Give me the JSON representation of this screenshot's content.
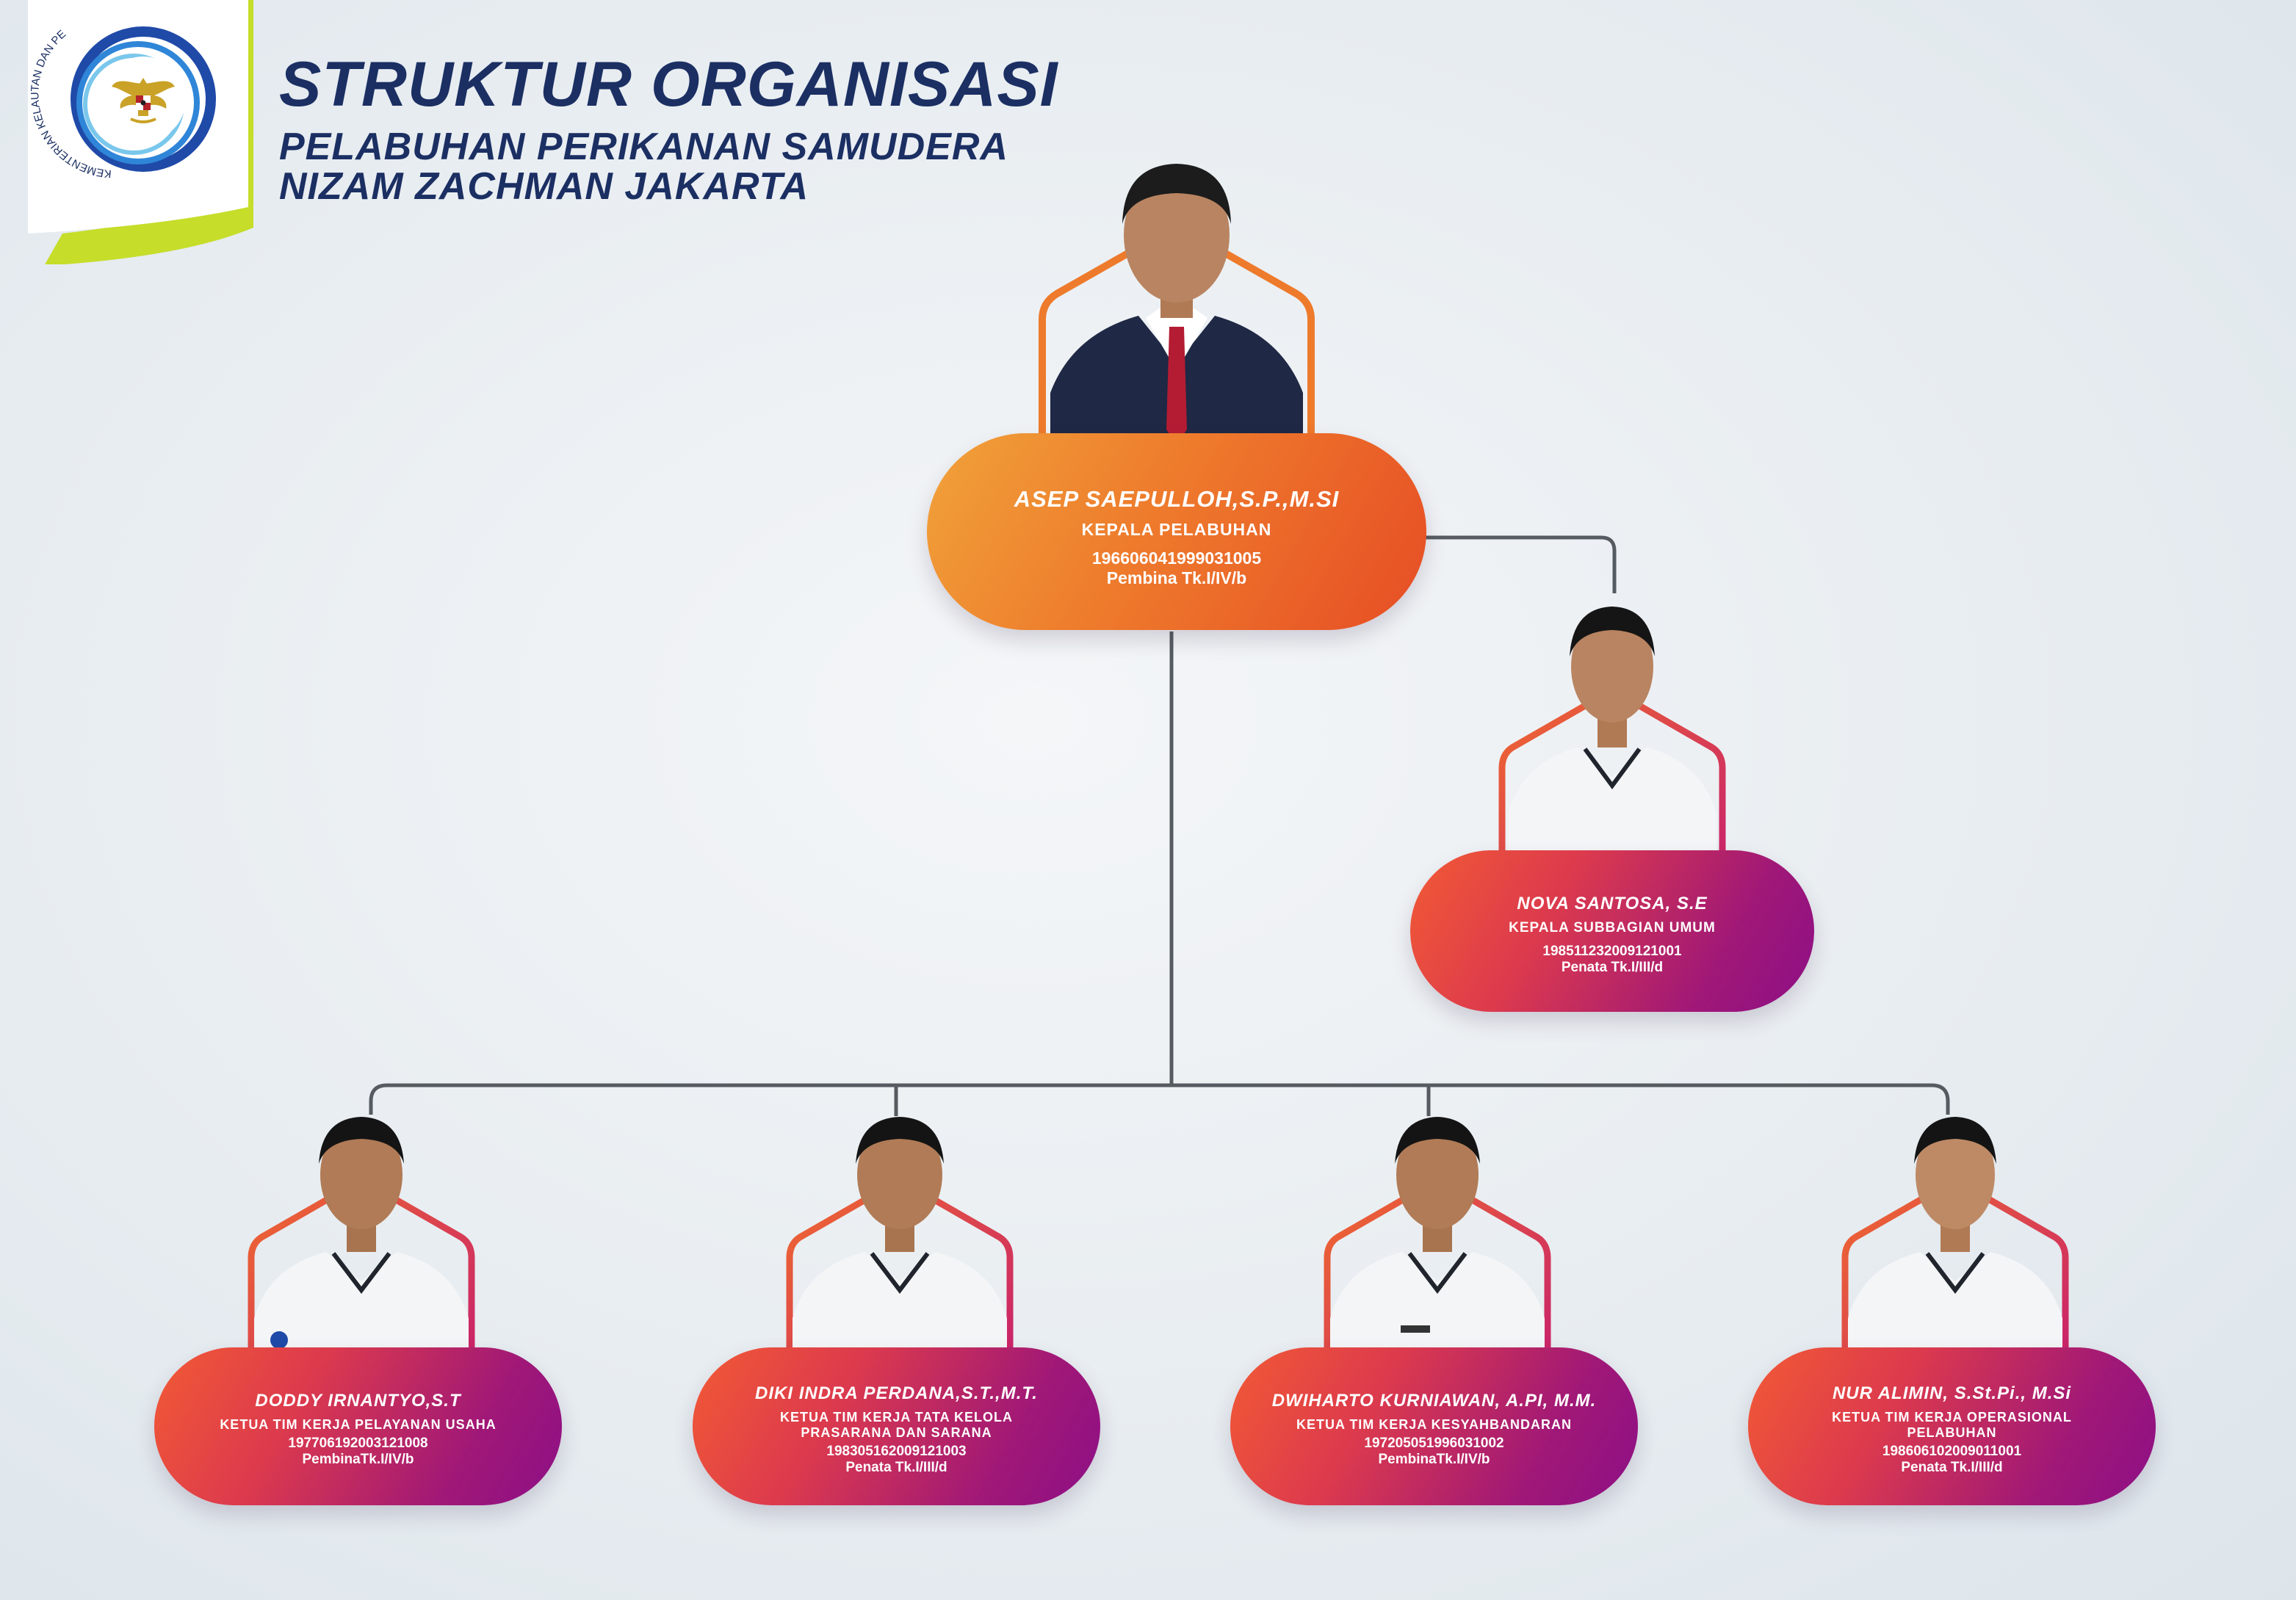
{
  "header": {
    "title": "STRUKTUR ORGANISASI",
    "subtitle_line1": "PELABUHAN PERIKANAN SAMUDERA",
    "subtitle_line2": "NIZAM ZACHMAN JAKARTA"
  },
  "logo": {
    "arc_text": "KEMENTERIAN KELAUTAN DAN PERIKANAN",
    "icon": "garuda-emblem-icon"
  },
  "colors": {
    "title_navy": "#1b2f63",
    "connector": "#555b61",
    "frame_orange": "#f06a2d",
    "frame_magenta": "#c71f6e",
    "lime_accent": "#c6dd2a"
  },
  "head": {
    "name": "ASEP SAEPULLOH,S.P.,M.SI",
    "position": "KEPALA PELABUHAN",
    "nip": "196606041999031005",
    "rank": "Pembina Tk.I/IV/b"
  },
  "secretary": {
    "name": "NOVA SANTOSA, S.E",
    "position": "KEPALA SUBBAGIAN UMUM",
    "nip": "198511232009121001",
    "rank": "Penata Tk.I/III/d"
  },
  "teams": [
    {
      "name": "DODDY IRNANTYO,S.T",
      "position_line1": "KETUA TIM KERJA PELAYANAN USAHA",
      "position_line2": "",
      "nip": "197706192003121008",
      "rank": "PembinaTk.I/IV/b"
    },
    {
      "name": "DIKI INDRA PERDANA,S.T.,M.T.",
      "position_line1": "KETUA TIM KERJA TATA KELOLA",
      "position_line2": "PRASARANA DAN SARANA",
      "nip": "198305162009121003",
      "rank": "Penata Tk.I/III/d"
    },
    {
      "name": "DWIHARTO KURNIAWAN, A.PI, M.M.",
      "position_line1": "KETUA TIM KERJA KESYAHBANDARAN",
      "position_line2": "",
      "nip": "197205051996031002",
      "rank": "PembinaTk.I/IV/b"
    },
    {
      "name": "NUR ALIMIN, S.St.Pi., M.Si",
      "position_line1": "KETUA TIM KERJA OPERASIONAL",
      "position_line2": "PELABUHAN",
      "nip": "198606102009011001",
      "rank": "Penata Tk.I/III/d"
    }
  ]
}
